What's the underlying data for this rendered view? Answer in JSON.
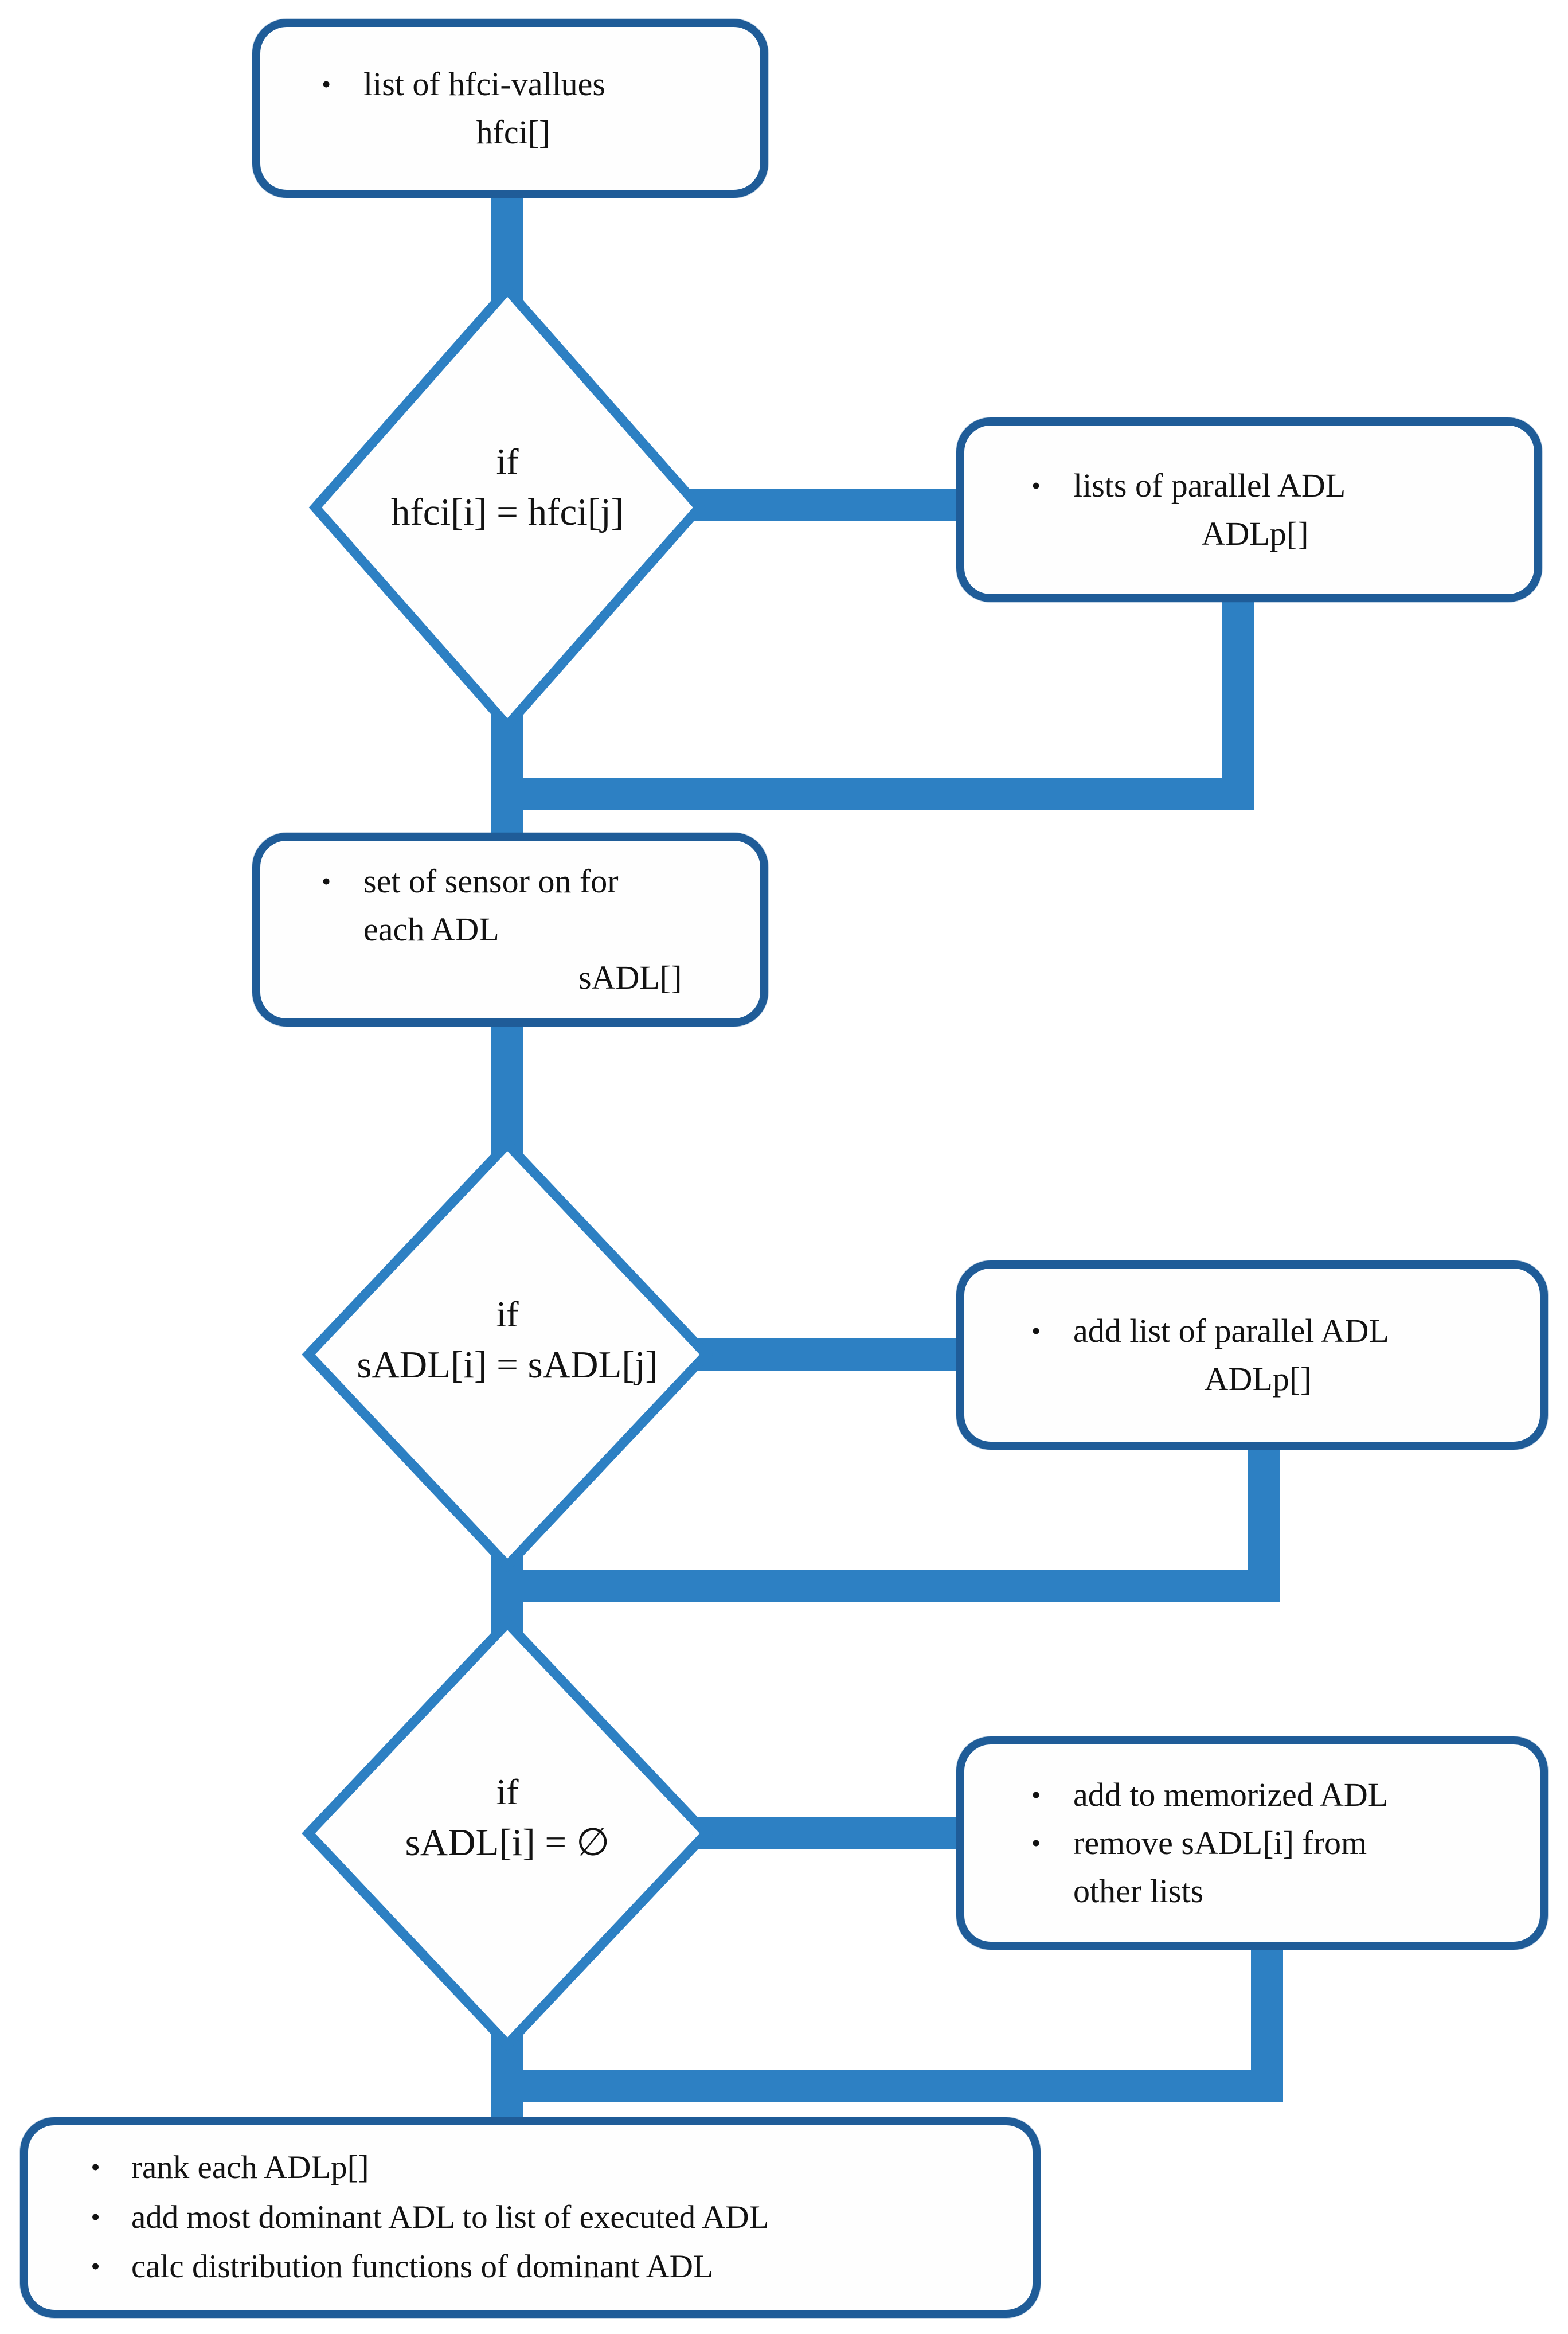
{
  "diagram": {
    "type": "flowchart",
    "colors": {
      "connector": "#2D80C3",
      "shape_border": "#1F5C98",
      "shape_fill": "#FEFEFE",
      "text": "#121212",
      "background": "#FFFFFF"
    },
    "boxes": {
      "start": {
        "bullet_text": "list of hfci-vallues",
        "label": "hfci[]"
      },
      "parallel_lists": {
        "bullet_text": "lists of parallel  ADL",
        "label": "ADLp[]"
      },
      "sensor_set": {
        "bullet_text": "set of sensor on for each ADL",
        "label": "sADL[]"
      },
      "add_parallel": {
        "bullet_text": "add list of parallel  ADL",
        "label": "ADLp[]"
      },
      "memorized": {
        "bullet_text_1": "add to memorized  ADL",
        "bullet_text_2": "remove sADL[i]  from other lists"
      },
      "final": {
        "bullet_text_1": "rank each ADLp[]",
        "bullet_text_2": "add most dominant  ADL  to list  of executed  ADL",
        "bullet_text_3": "calc distribution  functions  of dominant  ADL"
      }
    },
    "decisions": {
      "d1": {
        "keyword": "if",
        "condition": "hfci[i]  = hfci[j]"
      },
      "d2": {
        "keyword": "if",
        "condition": "sADL[i]  = sADL[j]"
      },
      "d3": {
        "keyword": "if",
        "condition": "sADL[i]  = ∅"
      }
    }
  }
}
